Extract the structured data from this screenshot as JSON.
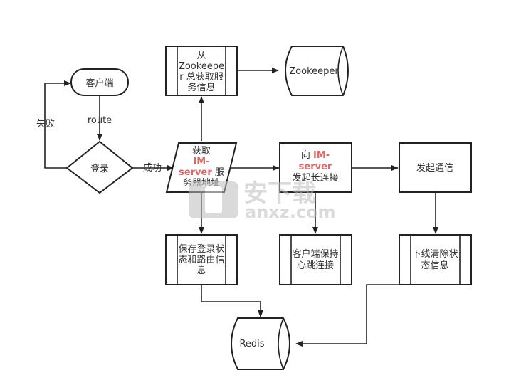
{
  "colors": {
    "stroke": "#222222",
    "text": "#333333",
    "highlight": "#e06666",
    "watermark": "#bdbdbd"
  },
  "nodes": {
    "client": "客户端",
    "login": "登录",
    "zk_fetch": [
      "从",
      "Zookeepe",
      "r 总获取服",
      "务信息"
    ],
    "zookeeper": "Zookeeper",
    "get_server": {
      "l1": "获取",
      "hl_a": "IM-",
      "hl_b": "server",
      "tail_b": " 服",
      "l4": "务器地址"
    },
    "connect": {
      "pre": "向 ",
      "hl_a": "IM-",
      "hl_b": "server",
      "l3": "发起长连接"
    },
    "comm": "发起通信",
    "save_state": [
      "保存登录状",
      "态和路由信",
      "息"
    ],
    "heartbeat": [
      "客户端保持",
      "心跳连接"
    ],
    "offline": [
      "下线清除状",
      "态信息"
    ],
    "redis": "Redis"
  },
  "edges": {
    "route": "route",
    "fail": "失败",
    "success": "成功"
  },
  "watermark": {
    "brand": "安下载",
    "domain": "anxz.com"
  }
}
